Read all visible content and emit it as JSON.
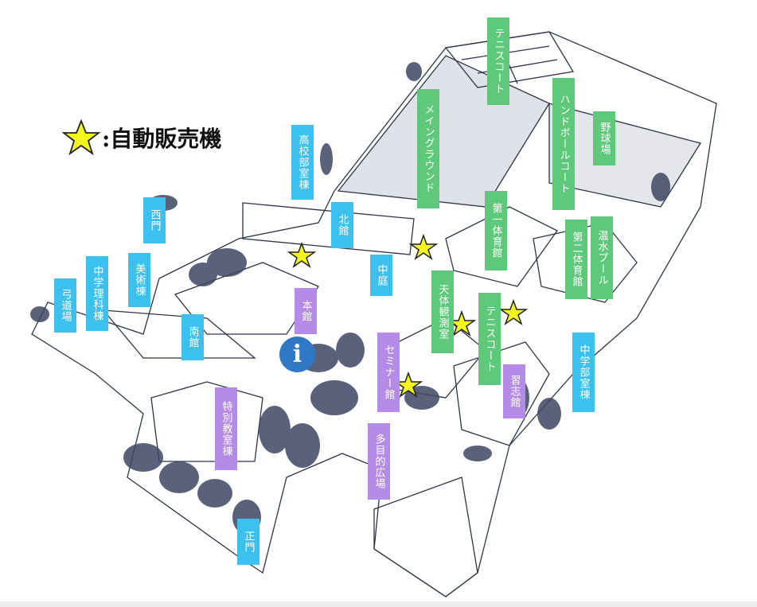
{
  "legend": {
    "star_symbol": "★",
    "text": ":自動販売機"
  },
  "info_symbol": "i",
  "labels": {
    "kokou_bushitsu": "高校部室棟",
    "kitakan": "北館",
    "seimon_west": "西門",
    "bijutsu": "美術棟",
    "chugaku_rika": "中学理科棟",
    "kyudojo": "弓道場",
    "nankan": "南館",
    "honkan": "本館",
    "chutei": "中庭",
    "tokubetsu": "特別教室棟",
    "seimon": "正門",
    "seminar": "セミナー館",
    "tamokuteki": "多目的広場",
    "shushikan": "習志館",
    "chugaku_bushitsu": "中学部室棟",
    "tennis_top": "テニスコート",
    "main_ground": "メイングラウンド",
    "handball": "ハンドボールコート",
    "yakyujo": "野球場",
    "daiichi_taiiku": "第一体育館",
    "daini_taiiku": "第二体育館",
    "onsui_pool": "温水プール",
    "tentai": "天体観測室",
    "tennis_mid": "テニスコート"
  },
  "colors": {
    "blue": "#3cc0ee",
    "green": "#5ec97a",
    "purple": "#b48be6",
    "star": "#f5f51e",
    "info": "#2f78c6"
  }
}
